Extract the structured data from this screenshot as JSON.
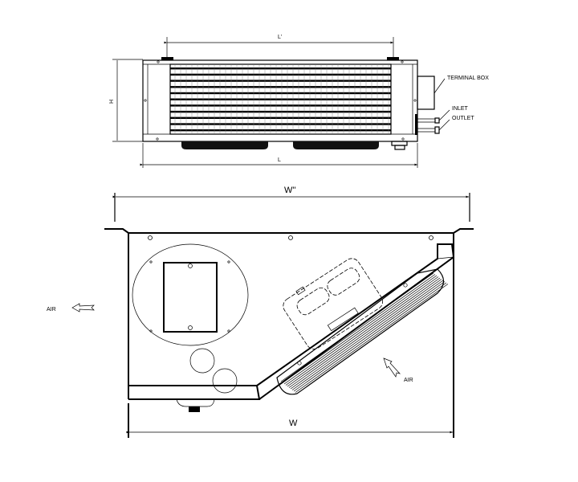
{
  "top_view": {
    "dim_l_prime": "L'",
    "dim_h": "H",
    "dim_l": "L",
    "terminal_box": "TERMINAL BOX",
    "inlet": "INLET",
    "outlet": "OUTLET"
  },
  "bottom_view": {
    "dim_w_double_prime": "W''",
    "dim_w": "W",
    "air_left": "AIR",
    "air_right": "AIR"
  }
}
